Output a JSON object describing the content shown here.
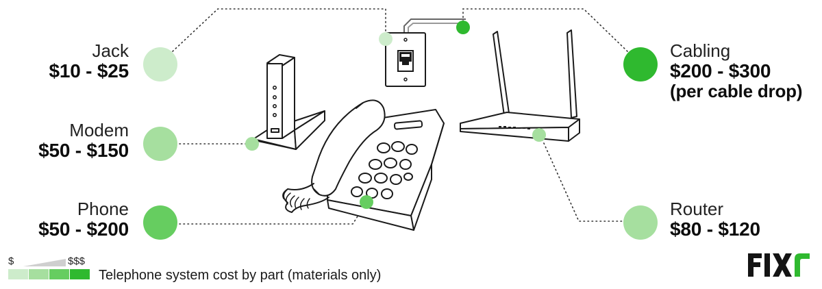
{
  "parts": [
    {
      "id": "jack",
      "name": "Jack",
      "cost": "$10 - $25",
      "note": "",
      "dot_color": "#cdeccb"
    },
    {
      "id": "modem",
      "name": "Modem",
      "cost": "$50 - $150",
      "note": "",
      "dot_color": "#a6df9f"
    },
    {
      "id": "phone",
      "name": "Phone",
      "cost": "$50 - $200",
      "note": "",
      "dot_color": "#66cd60"
    },
    {
      "id": "cabling",
      "name": "Cabling",
      "cost": "$200 - $300",
      "note": "(per cable drop)",
      "dot_color": "#2fb92f"
    },
    {
      "id": "router",
      "name": "Router",
      "cost": "$80 - $120",
      "note": "",
      "dot_color": "#a6df9f"
    }
  ],
  "legend": {
    "low_label": "$",
    "high_label": "$$$",
    "swatches": [
      "#cdeccb",
      "#a6df9f",
      "#66cd60",
      "#2fb92f"
    ],
    "caption": "Telephone system cost by part (materials only)"
  },
  "brand": {
    "name": "FIXR"
  }
}
